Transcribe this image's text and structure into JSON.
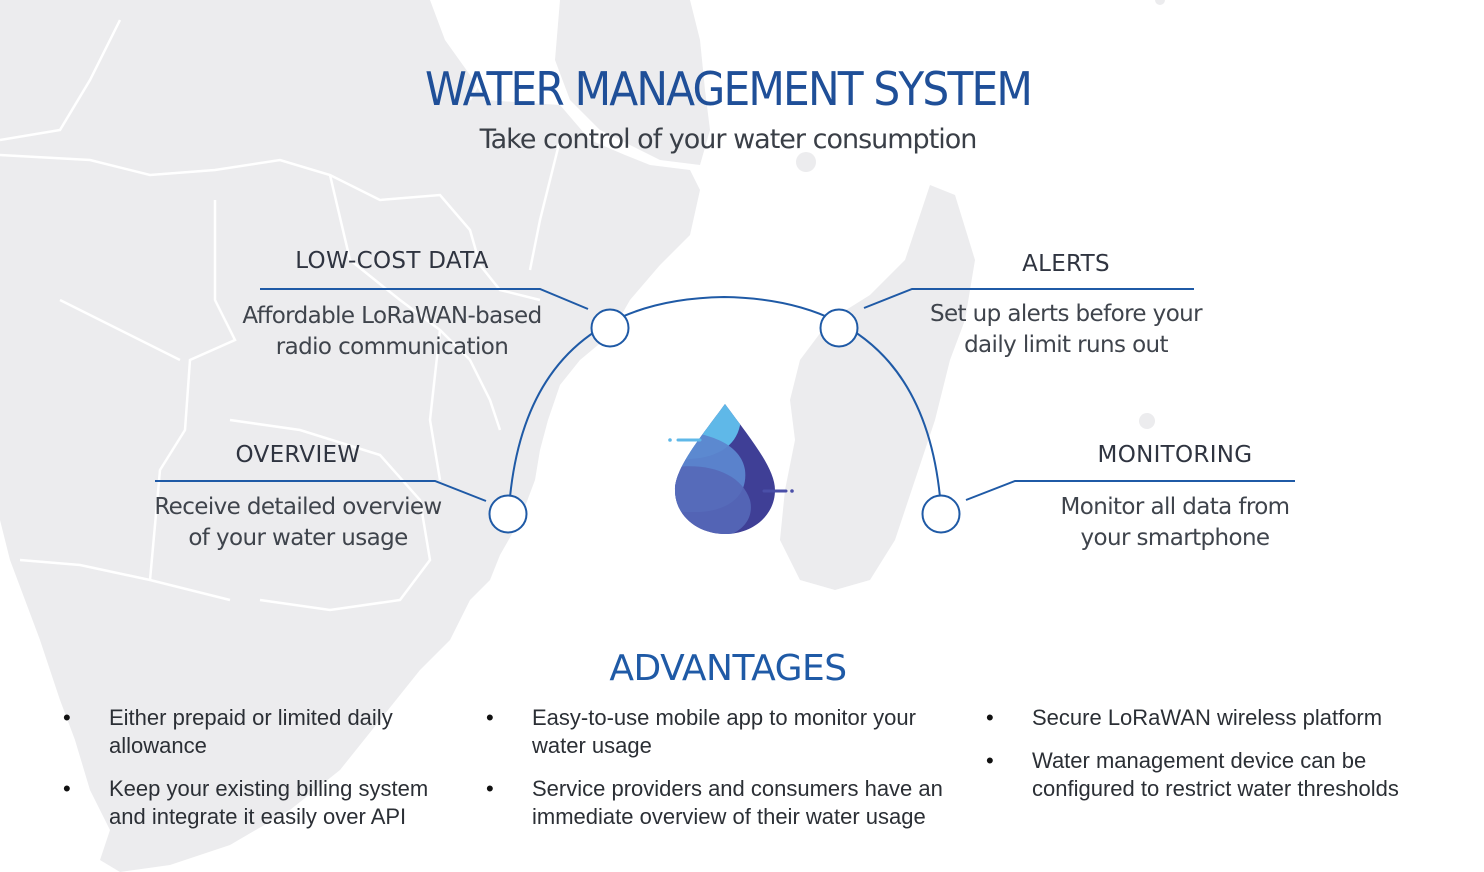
{
  "header": {
    "title": "WATER MANAGEMENT SYSTEM",
    "subtitle": "Take control of your water consumption"
  },
  "features": [
    {
      "title": "LOW-COST DATA",
      "desc_lines": [
        "Affordable LoRaWAN-based",
        "radio communication"
      ]
    },
    {
      "title": "ALERTS",
      "desc_lines": [
        "Set up alerts before your",
        "daily limit runs out"
      ]
    },
    {
      "title": "OVERVIEW",
      "desc_lines": [
        "Receive detailed overview",
        "of your water usage"
      ]
    },
    {
      "title": "MONITORING",
      "desc_lines": [
        "Monitor all data from",
        "your smartphone"
      ]
    }
  ],
  "advantages": {
    "title": "ADVANTAGES",
    "columns": [
      [
        "Either prepaid or limited daily allowance",
        "Keep your existing billing system and integrate it easily over API"
      ],
      [
        "Easy-to-use mobile app to monitor your water usage",
        "Service providers and consumers have an immediate overview of their water usage"
      ],
      [
        "Secure LoRaWAN wireless platform",
        "Water management device can be configured to restrict water thresholds"
      ]
    ],
    "bullet": "•"
  },
  "colors": {
    "accent": "#1f5aa6",
    "line": "#1f5aa6",
    "map": "#ececee",
    "map_border": "#ffffff",
    "drop_light": "#5fb8e8",
    "drop_mid": "#4f6fc0",
    "drop_dark": "#3a3f94"
  },
  "icons": {
    "center": "water-drop-icon"
  }
}
